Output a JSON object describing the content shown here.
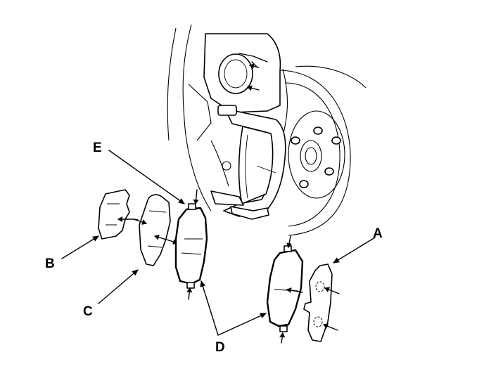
{
  "callouts": {
    "a": "A",
    "b": "B",
    "c": "C",
    "d": "D",
    "e": "E"
  },
  "colors": {
    "line": "#000000",
    "background": "#ffffff"
  }
}
